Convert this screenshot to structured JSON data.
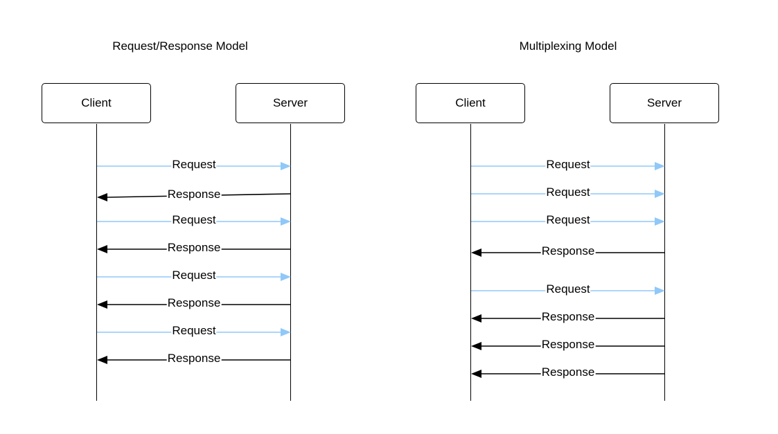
{
  "colors": {
    "request": "#90c8f8",
    "response": "#000000"
  },
  "diagrams": [
    {
      "title": "Request/Response Model",
      "client_label": "Client",
      "server_label": "Server",
      "messages": [
        {
          "label": "Request",
          "direction": "request"
        },
        {
          "label": "Response",
          "direction": "response"
        },
        {
          "label": "Request",
          "direction": "request"
        },
        {
          "label": "Response",
          "direction": "response"
        },
        {
          "label": "Request",
          "direction": "request"
        },
        {
          "label": "Response",
          "direction": "response"
        },
        {
          "label": "Request",
          "direction": "request"
        },
        {
          "label": "Response",
          "direction": "response"
        }
      ]
    },
    {
      "title": "Multiplexing Model",
      "client_label": "Client",
      "server_label": "Server",
      "messages": [
        {
          "label": "Request",
          "direction": "request"
        },
        {
          "label": "Request",
          "direction": "request"
        },
        {
          "label": "Request",
          "direction": "request"
        },
        {
          "label": "Response",
          "direction": "response"
        },
        {
          "label": "Request",
          "direction": "request"
        },
        {
          "label": "Response",
          "direction": "response"
        },
        {
          "label": "Response",
          "direction": "response"
        },
        {
          "label": "Response",
          "direction": "response"
        }
      ]
    }
  ]
}
